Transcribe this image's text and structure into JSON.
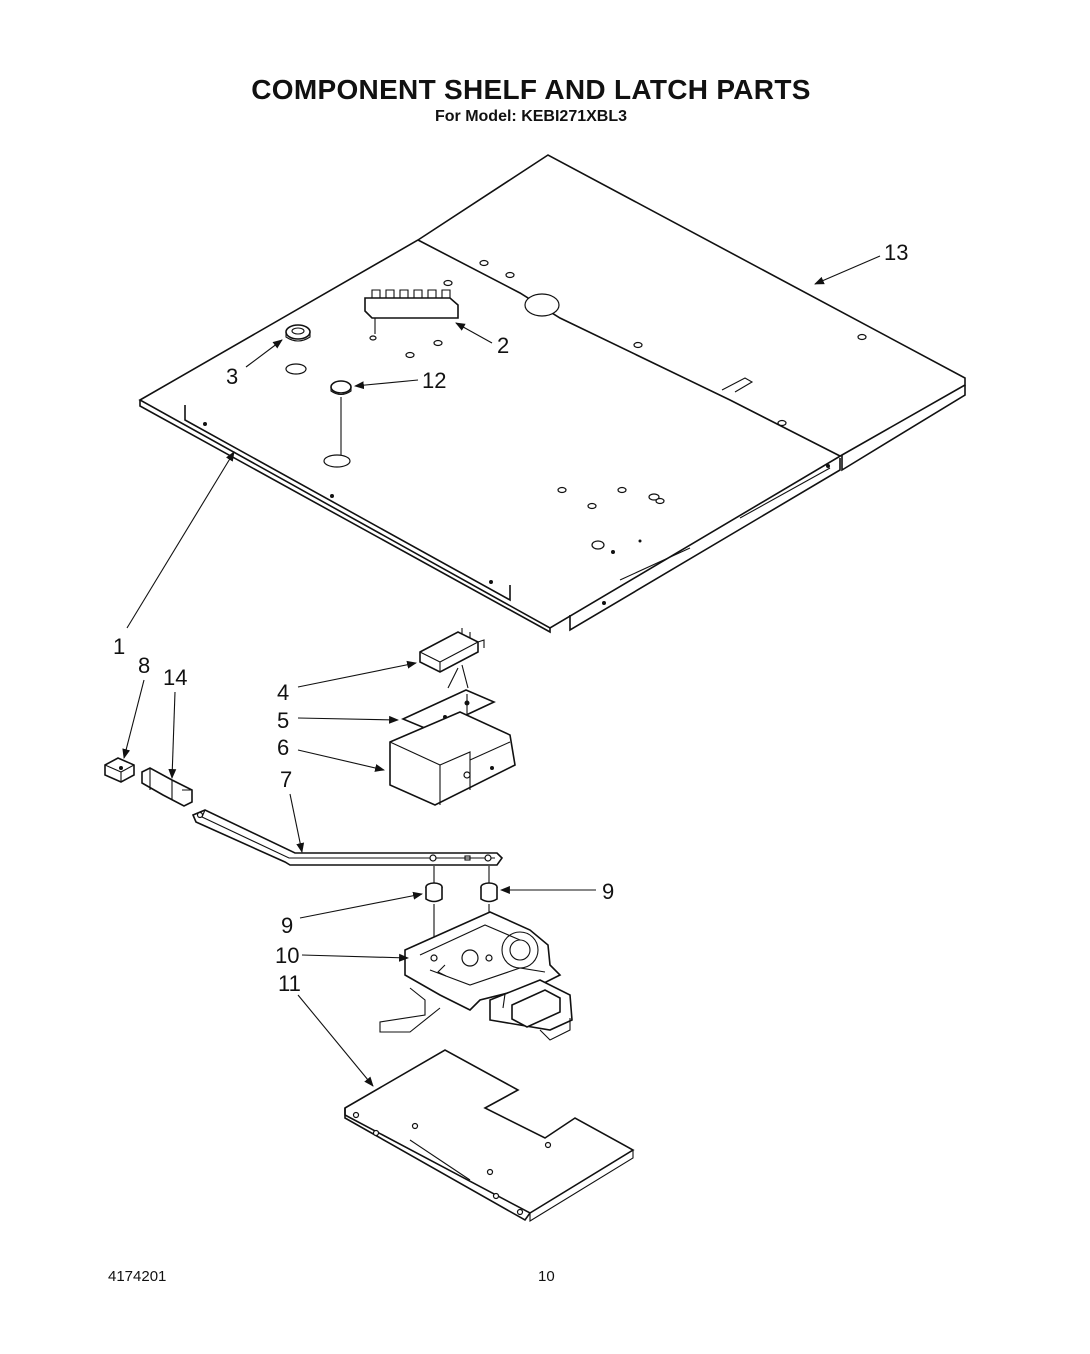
{
  "header": {
    "title": "COMPONENT SHELF AND LATCH PARTS",
    "subtitle": "For Model: KEBI271XBL3"
  },
  "footer": {
    "doc_number": "4174201",
    "page_number": "10"
  },
  "callouts": [
    {
      "id": "1",
      "label": "1"
    },
    {
      "id": "2",
      "label": "2"
    },
    {
      "id": "3",
      "label": "3"
    },
    {
      "id": "4",
      "label": "4"
    },
    {
      "id": "5",
      "label": "5"
    },
    {
      "id": "6",
      "label": "6"
    },
    {
      "id": "7",
      "label": "7"
    },
    {
      "id": "8",
      "label": "8"
    },
    {
      "id": "9a",
      "label": "9"
    },
    {
      "id": "9b",
      "label": "9"
    },
    {
      "id": "10",
      "label": "10"
    },
    {
      "id": "11",
      "label": "11"
    },
    {
      "id": "12",
      "label": "12"
    },
    {
      "id": "13",
      "label": "13"
    },
    {
      "id": "14",
      "label": "14"
    }
  ]
}
